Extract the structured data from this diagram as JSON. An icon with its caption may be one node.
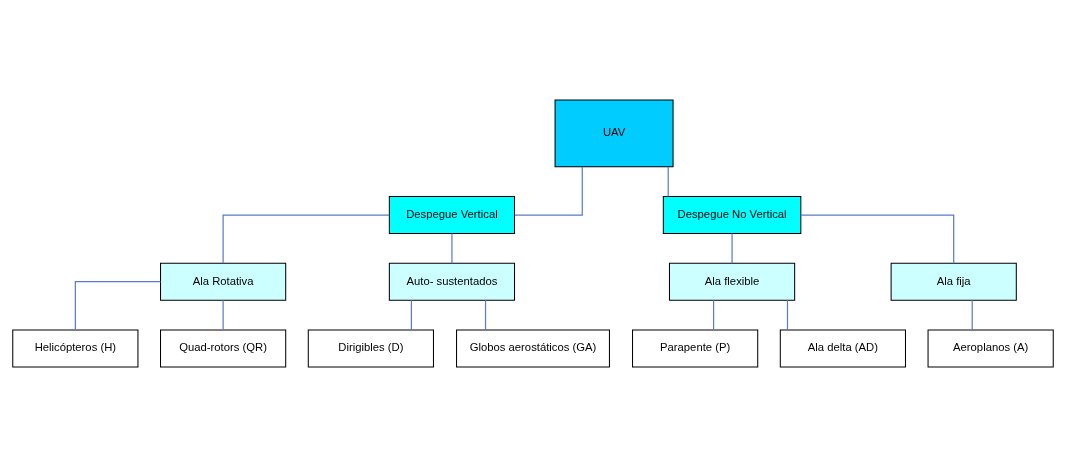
{
  "diagram": {
    "nodes": [
      {
        "text": [
          "UAV"
        ]
      },
      {
        "text": [
          "Despegue Vertical"
        ]
      },
      {
        "text": [
          "Despegue No Vertical"
        ]
      },
      {
        "text": [
          "Ala Rotativa"
        ]
      },
      {
        "text": [
          "Auto- sustentados"
        ]
      },
      {
        "text": [
          "Ala flexible"
        ]
      },
      {
        "text": [
          "Ala fija"
        ]
      },
      {
        "text": [
          "Helicópteros (H)"
        ]
      },
      {
        "text": [
          "Quad-rotors (QR)"
        ]
      },
      {
        "text": [
          "Dirigibles (D)"
        ]
      },
      {
        "text": [
          "Globos aerostáticos (GA)"
        ]
      },
      {
        "text": [
          "Parapente (P)"
        ]
      },
      {
        "text": [
          "Ala delta (AD)"
        ]
      },
      {
        "text": [
          "Aeroplanos (A)"
        ]
      }
    ],
    "edges": [
      {
        "from": 0,
        "to": 1,
        "arrow": "none"
      },
      {
        "from": 0,
        "to": 2,
        "arrow": "none"
      },
      {
        "from": 1,
        "to": 3,
        "arrow": "none"
      },
      {
        "from": 1,
        "to": 4,
        "arrow": "none"
      },
      {
        "from": 2,
        "to": 5,
        "arrow": "none"
      },
      {
        "from": 2,
        "to": 6,
        "arrow": "none"
      },
      {
        "from": 3,
        "to": 7,
        "arrow": "none"
      },
      {
        "from": 3,
        "to": 8,
        "arrow": "none"
      },
      {
        "from": 4,
        "to": 9,
        "arrow": "none"
      },
      {
        "from": 4,
        "to": 10,
        "arrow": "none"
      },
      {
        "from": 5,
        "to": 11,
        "arrow": "none"
      },
      {
        "from": 5,
        "to": 12,
        "arrow": "none"
      },
      {
        "from": 6,
        "to": 13,
        "arrow": "none"
      }
    ]
  }
}
